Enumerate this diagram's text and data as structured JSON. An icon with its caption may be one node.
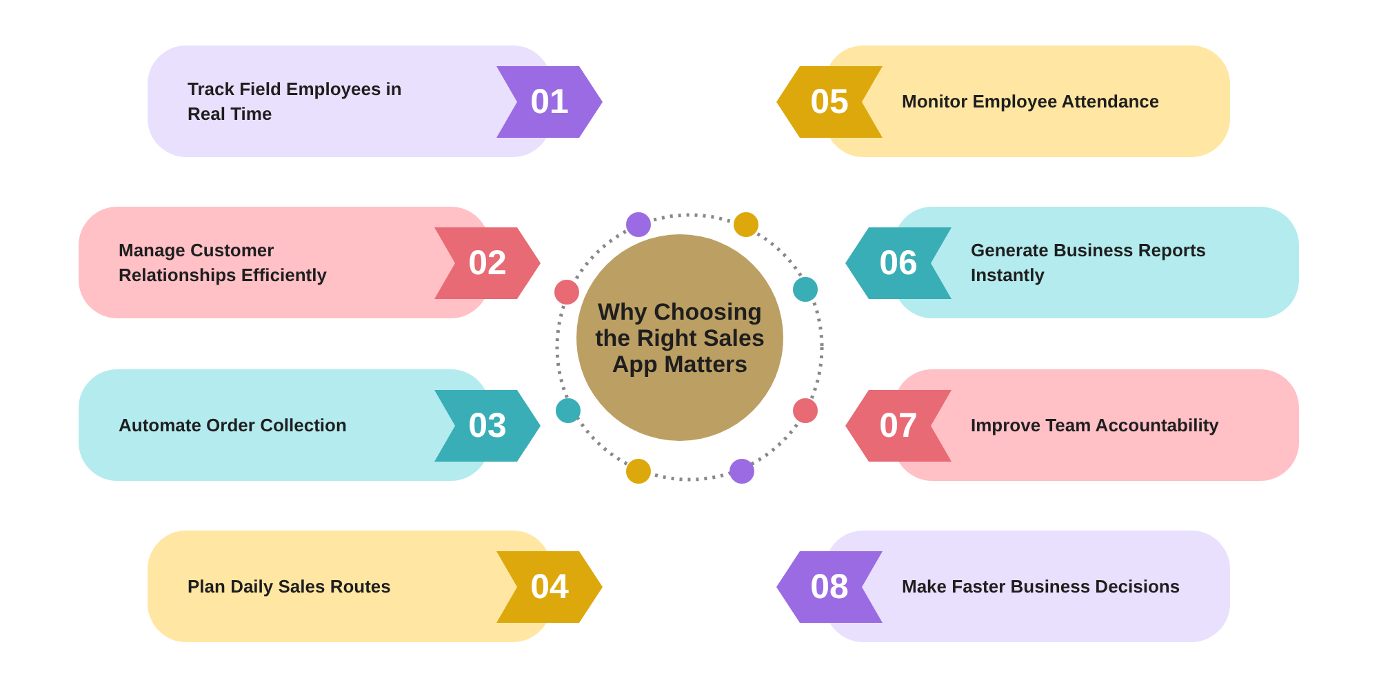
{
  "diagram": {
    "nodes": [
      {
        "text": [
          "Why Choosing the Right Sales App Matters"
        ]
      },
      {
        "text": [
          "Track Field Employees in Real Time",
          "01"
        ]
      },
      {
        "text": [
          "Manage Customer Relationships Efficiently",
          "02"
        ]
      },
      {
        "text": [
          "Automate Order Collection",
          "03"
        ]
      },
      {
        "text": [
          "Plan Daily Sales Routes",
          "04"
        ]
      },
      {
        "text": [
          "05",
          "Monitor Employee Attendance"
        ]
      },
      {
        "text": [
          "06",
          "Generate Business Reports Instantly"
        ]
      },
      {
        "text": [
          "07",
          "Improve Team Accountability"
        ]
      },
      {
        "text": [
          "08",
          "Make Faster Business Decisions"
        ]
      }
    ]
  }
}
